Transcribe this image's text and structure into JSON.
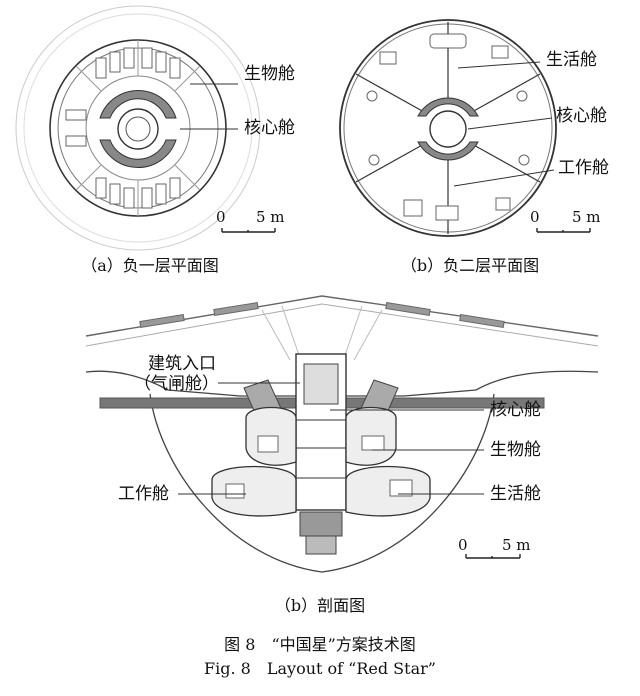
{
  "panel_a": {
    "labels": {
      "bio": "生物舱",
      "core": "核心舱"
    },
    "caption": "（a）负一层平面图",
    "scale": {
      "zero": "0",
      "five": "5 m"
    }
  },
  "panel_b_plan": {
    "labels": {
      "living": "生活舱",
      "core": "核心舱",
      "work": "工作舱"
    },
    "caption": "（b）负二层平面图",
    "scale": {
      "zero": "0",
      "five": "5 m"
    }
  },
  "section": {
    "labels": {
      "entrance_line1": "建筑入口",
      "entrance_line2": "（气闸舱）",
      "core": "核心舱",
      "bio": "生物舱",
      "work": "工作舱",
      "living": "生活舱"
    },
    "caption": "（b）剖面图",
    "scale": {
      "zero": "0",
      "five": "5 m"
    }
  },
  "figure": {
    "caption_cn": "图 8　“中国星”方案技术图",
    "caption_en": "Fig. 8　Layout of “Red Star”"
  }
}
